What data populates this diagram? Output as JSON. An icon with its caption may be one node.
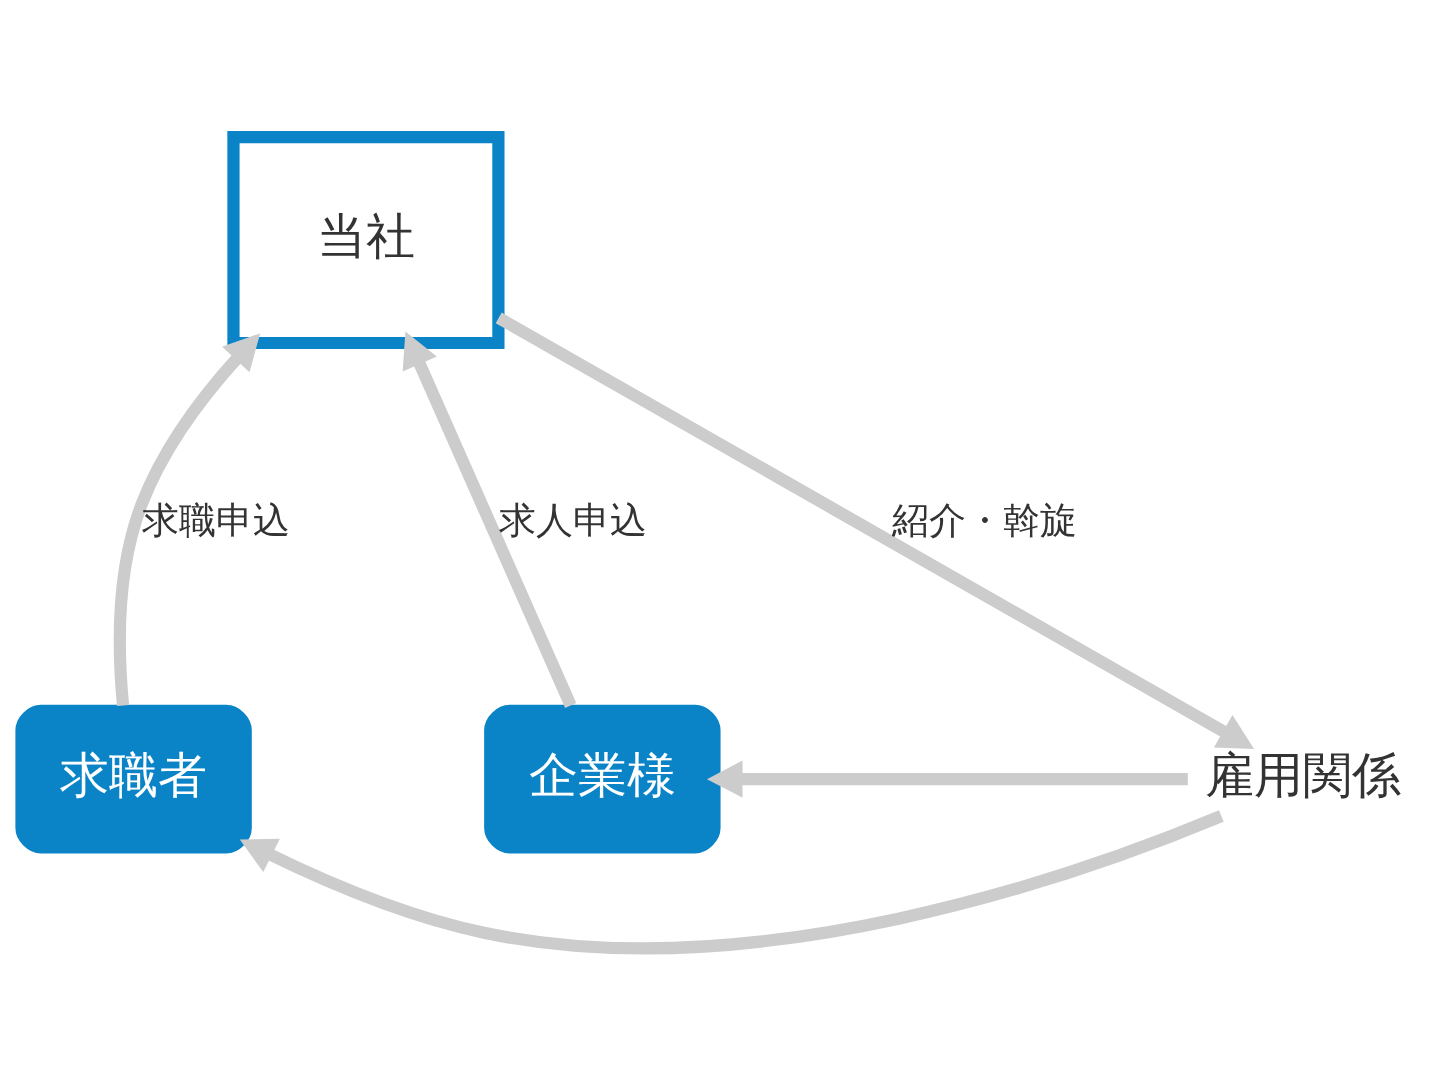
{
  "diagram": {
    "nodes": [
      {
        "text": [
          "当社"
        ]
      },
      {
        "text": [
          "求職者"
        ]
      },
      {
        "text": [
          "雇用関係"
        ]
      },
      {
        "text": [
          "企業様"
        ]
      }
    ],
    "edges": [
      {
        "from": 1,
        "to": 0,
        "arrow": "to",
        "label": "求職申込"
      },
      {
        "from": 3,
        "to": 0,
        "arrow": "to",
        "label": "求人申込"
      },
      {
        "from": 0,
        "to": 2,
        "arrow": "to",
        "label": "紹介・斡旋"
      },
      {
        "from": 2,
        "to": 1,
        "arrow": "to"
      },
      {
        "from": 2,
        "to": 3,
        "arrow": "to"
      }
    ]
  }
}
